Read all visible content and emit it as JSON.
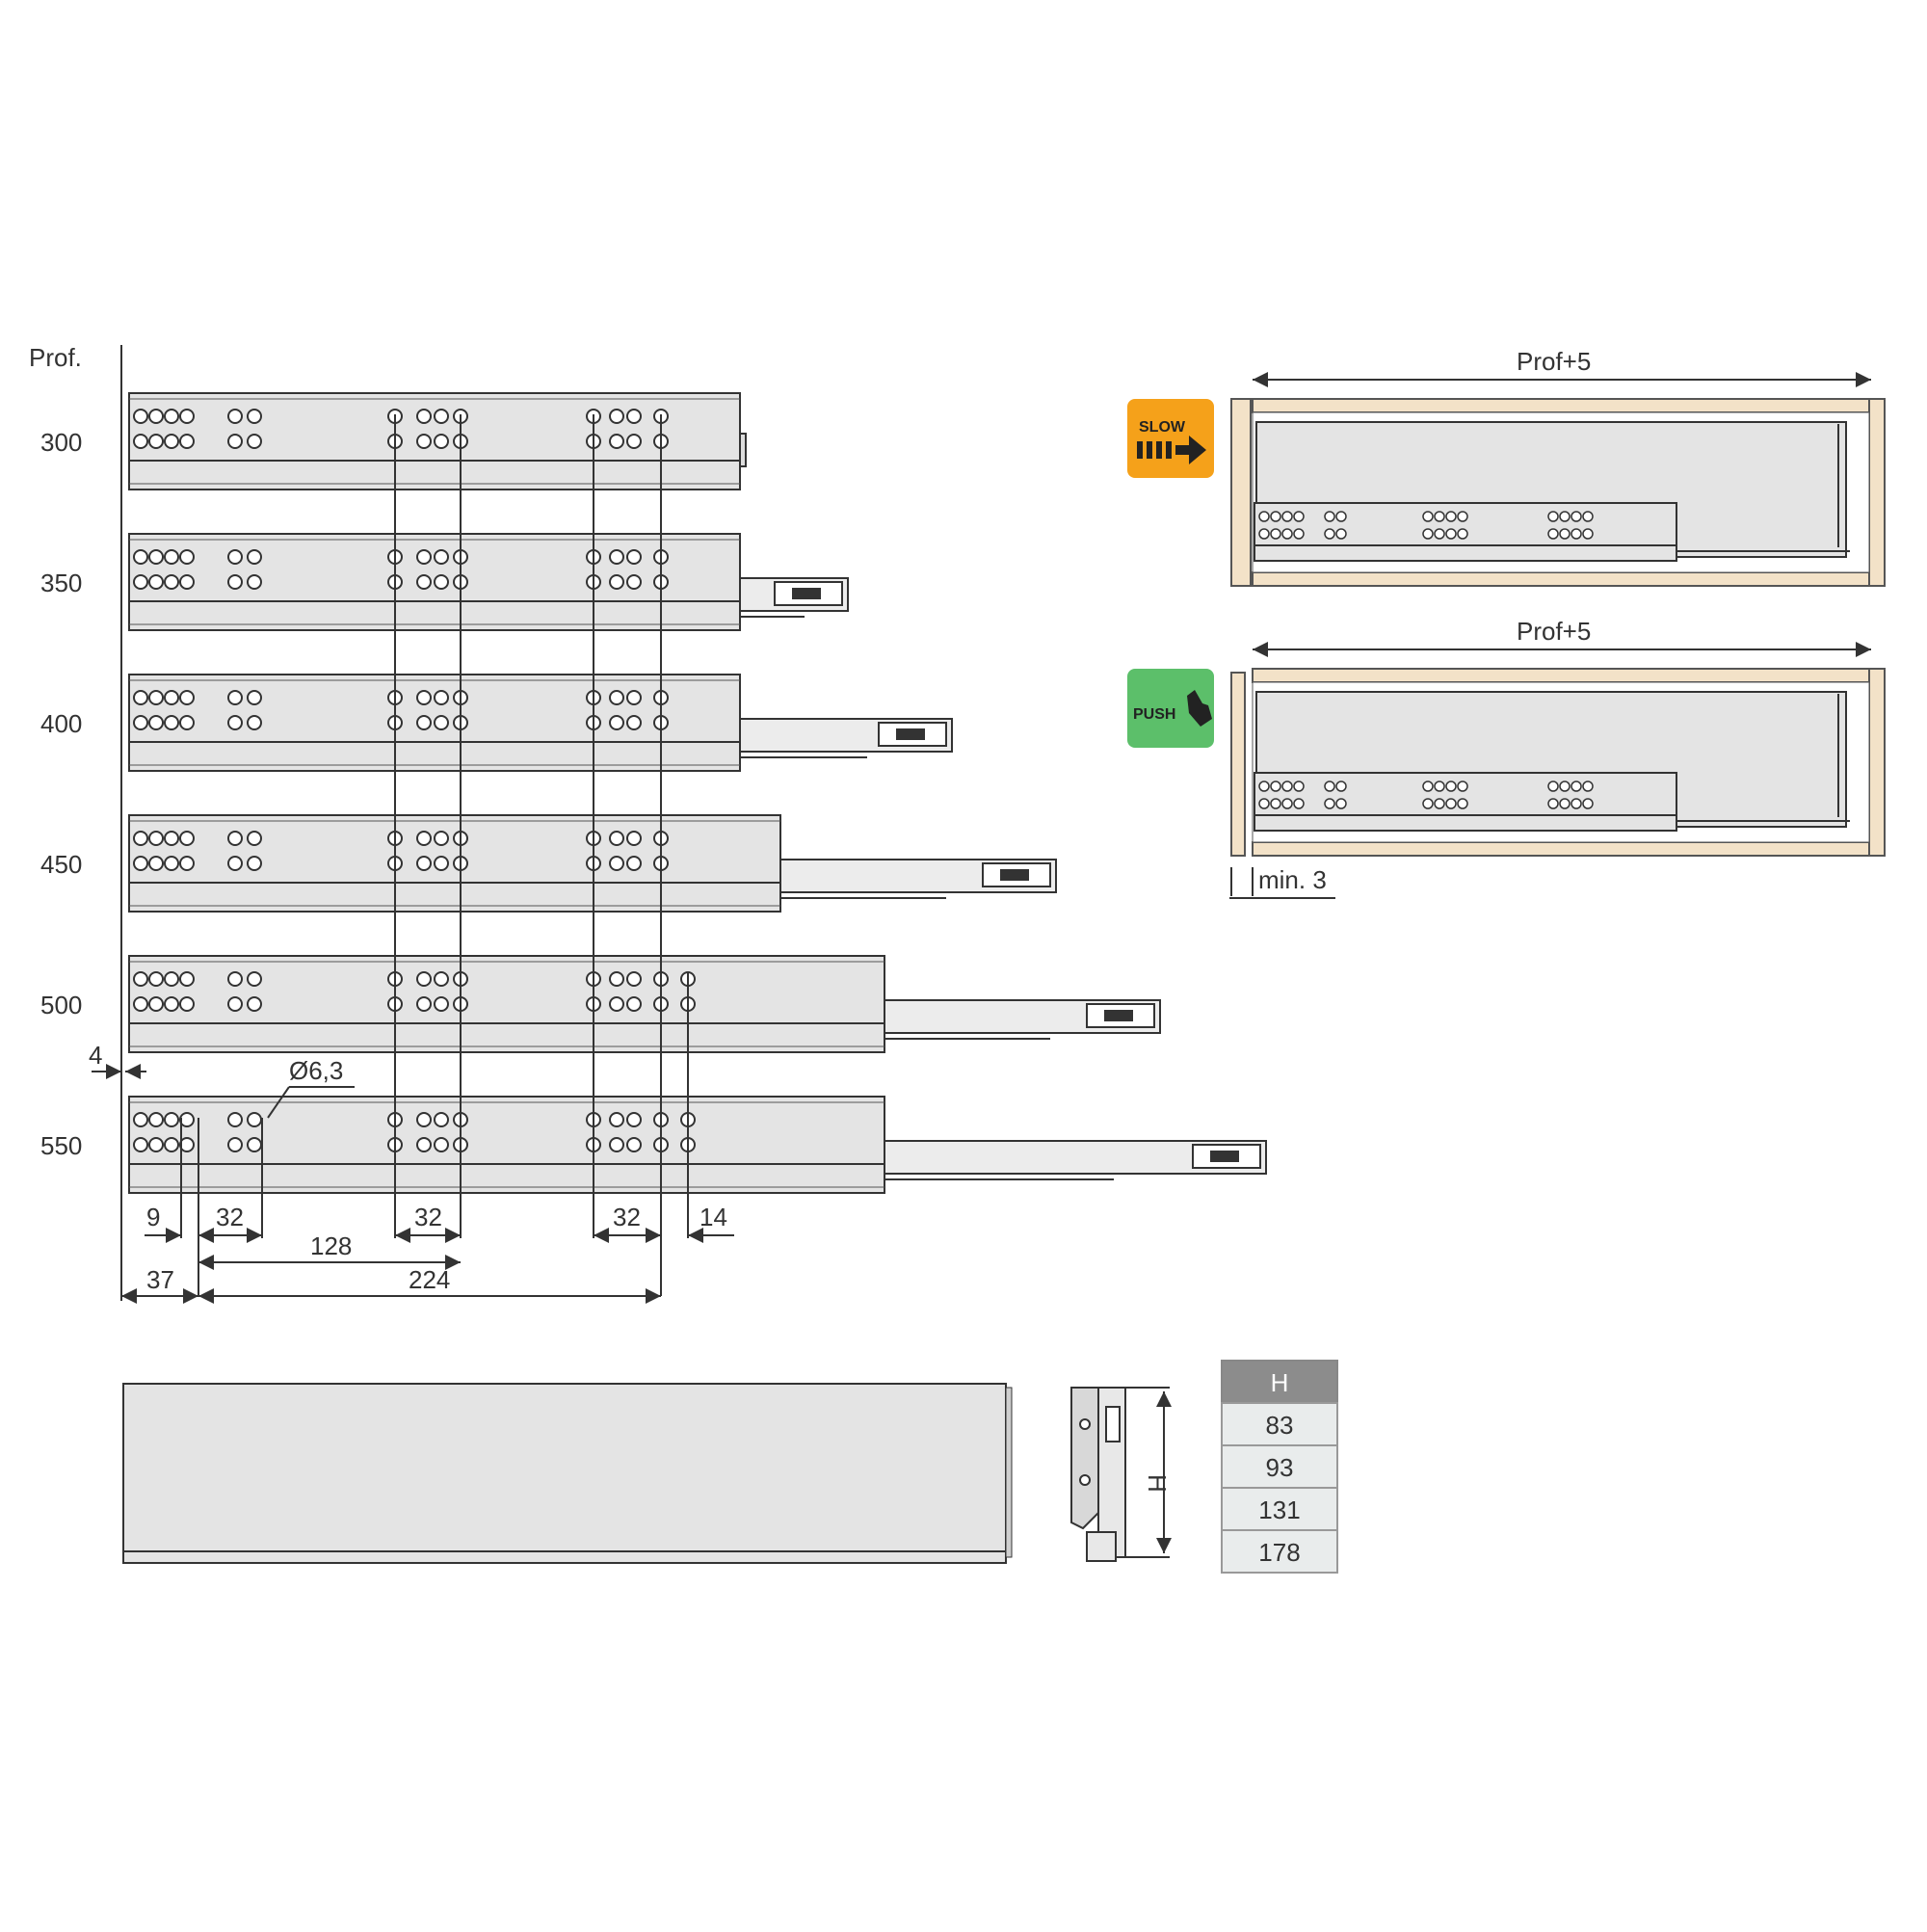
{
  "column_header": "Prof.",
  "depths": [
    "300",
    "350",
    "400",
    "450",
    "500",
    "550"
  ],
  "dimensions": {
    "d4": "4",
    "d9": "9",
    "d32a": "32",
    "d32b": "32",
    "d32c": "32",
    "d14": "14",
    "d128": "128",
    "d37": "37",
    "d224": "224",
    "hole": "Ø6,3"
  },
  "installation": {
    "slow": {
      "badge": "SLOW",
      "width_label": "Prof+5",
      "color": "#f5a11a"
    },
    "push": {
      "badge": "PUSH",
      "width_label": "Prof+5",
      "color": "#5cbf6a",
      "gap_label": "min. 3"
    }
  },
  "height_table": {
    "header": "H",
    "rows": [
      "83",
      "93",
      "131",
      "178"
    ]
  },
  "side_view": {
    "height_label": "H"
  }
}
